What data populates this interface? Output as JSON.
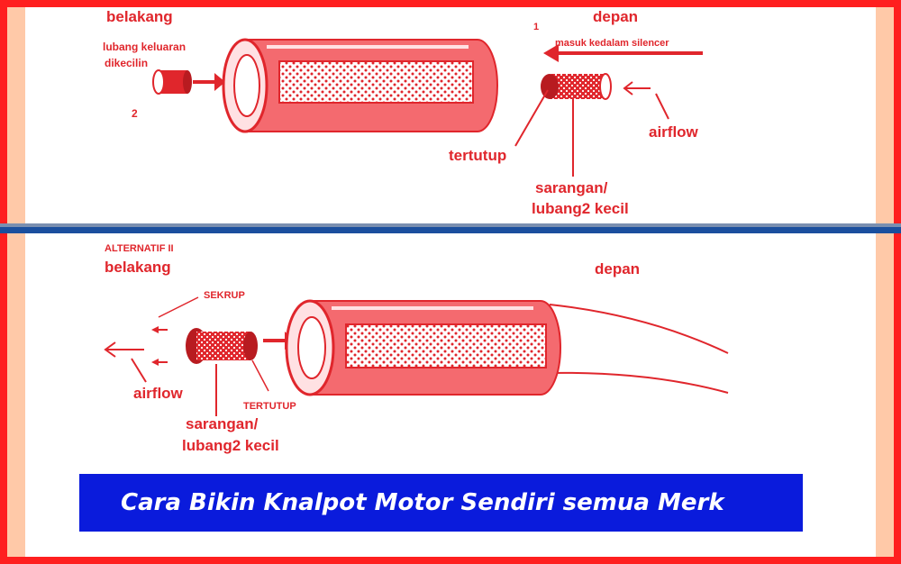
{
  "colors": {
    "frame": "#ff1f1f",
    "accent_red": "#e0262c",
    "pipe_fill": "#f46a6f",
    "pipe_light": "#ffe1e3",
    "divider_blue": "#1b4f9e",
    "banner_bg": "#0a1bdc",
    "banner_text": "#ffffff"
  },
  "top": {
    "label_rear": "belakang",
    "label_front": "depan",
    "label_outlet_line1": "lubang keluaran",
    "label_outlet_line2": "dikecilin",
    "label_num1": "1",
    "label_num2": "2",
    "label_enter": "masuk kedalam silencer",
    "label_closed": "tertutup",
    "label_airflow": "airflow",
    "label_mesh_line1": "sarangan/",
    "label_mesh_line2": "lubang2 kecil"
  },
  "bottom": {
    "label_alternative": "ALTERNATIF II",
    "label_rear": "belakang",
    "label_front": "depan",
    "label_screw": "SEKRUP",
    "label_airflow": "airflow",
    "label_closed": "TERTUTUP",
    "label_mesh_line1": "sarangan/",
    "label_mesh_line2": "lubang2 kecil"
  },
  "banner": {
    "title": "Cara Bikin Knalpot Motor Sendiri semua Merk"
  }
}
